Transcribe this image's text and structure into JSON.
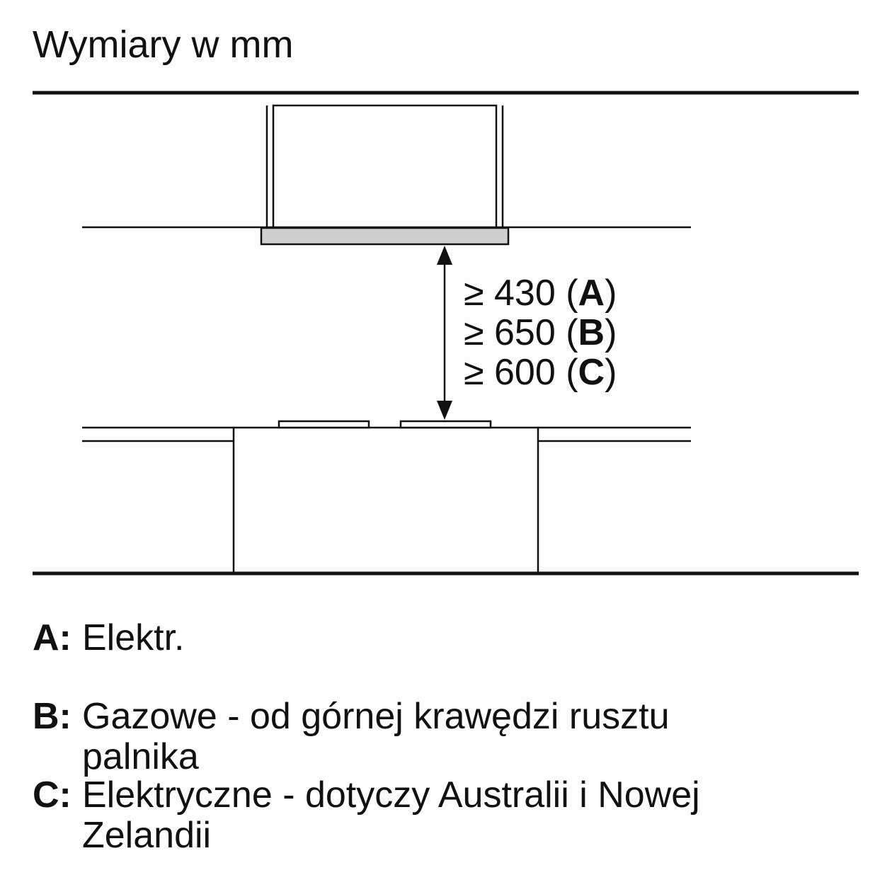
{
  "title": "Wymiary w mm",
  "dimensions": [
    {
      "prefix": "≥ 430 (",
      "key": "A",
      "suffix": ")"
    },
    {
      "prefix": "≥ 650 (",
      "key": "B",
      "suffix": ")"
    },
    {
      "prefix": "≥ 600 (",
      "key": "C",
      "suffix": ")"
    }
  ],
  "legend": [
    {
      "key": "A:",
      "lines": [
        "Elektr."
      ]
    },
    {
      "key": "B:",
      "lines": [
        "Gazowe - od górnej krawędzi rusztu",
        "palnika"
      ]
    },
    {
      "key": "C:",
      "lines": [
        "Elektryczne - dotyczy Australii i Nowej",
        "Zelandii"
      ]
    }
  ],
  "colors": {
    "line": "#111111",
    "hood_panel": "#cfcfcf",
    "background": "#fdfdfd"
  }
}
